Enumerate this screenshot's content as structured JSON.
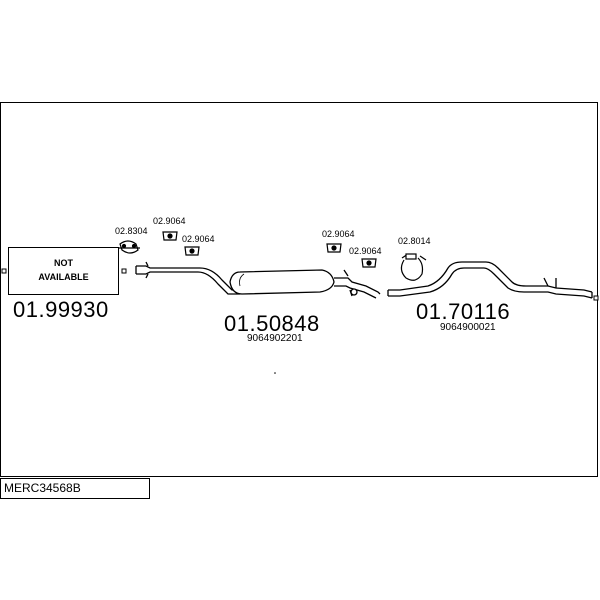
{
  "model_code": "MERC34568B",
  "not_available": {
    "line1": "NOT",
    "line2": "AVAILABLE"
  },
  "parts": {
    "front_pipe": {
      "number": "01.99930"
    },
    "middle_silencer": {
      "number": "01.50848",
      "oem": "9064902201"
    },
    "rear_pipe": {
      "number": "01.70116",
      "oem": "9064900021"
    }
  },
  "fittings": {
    "clamp_front": "02.8304",
    "rubber_1": "02.9064",
    "rubber_2": "02.9064",
    "rubber_3": "02.9064",
    "rubber_4": "02.9064",
    "clamp_rear": "02.8014"
  }
}
